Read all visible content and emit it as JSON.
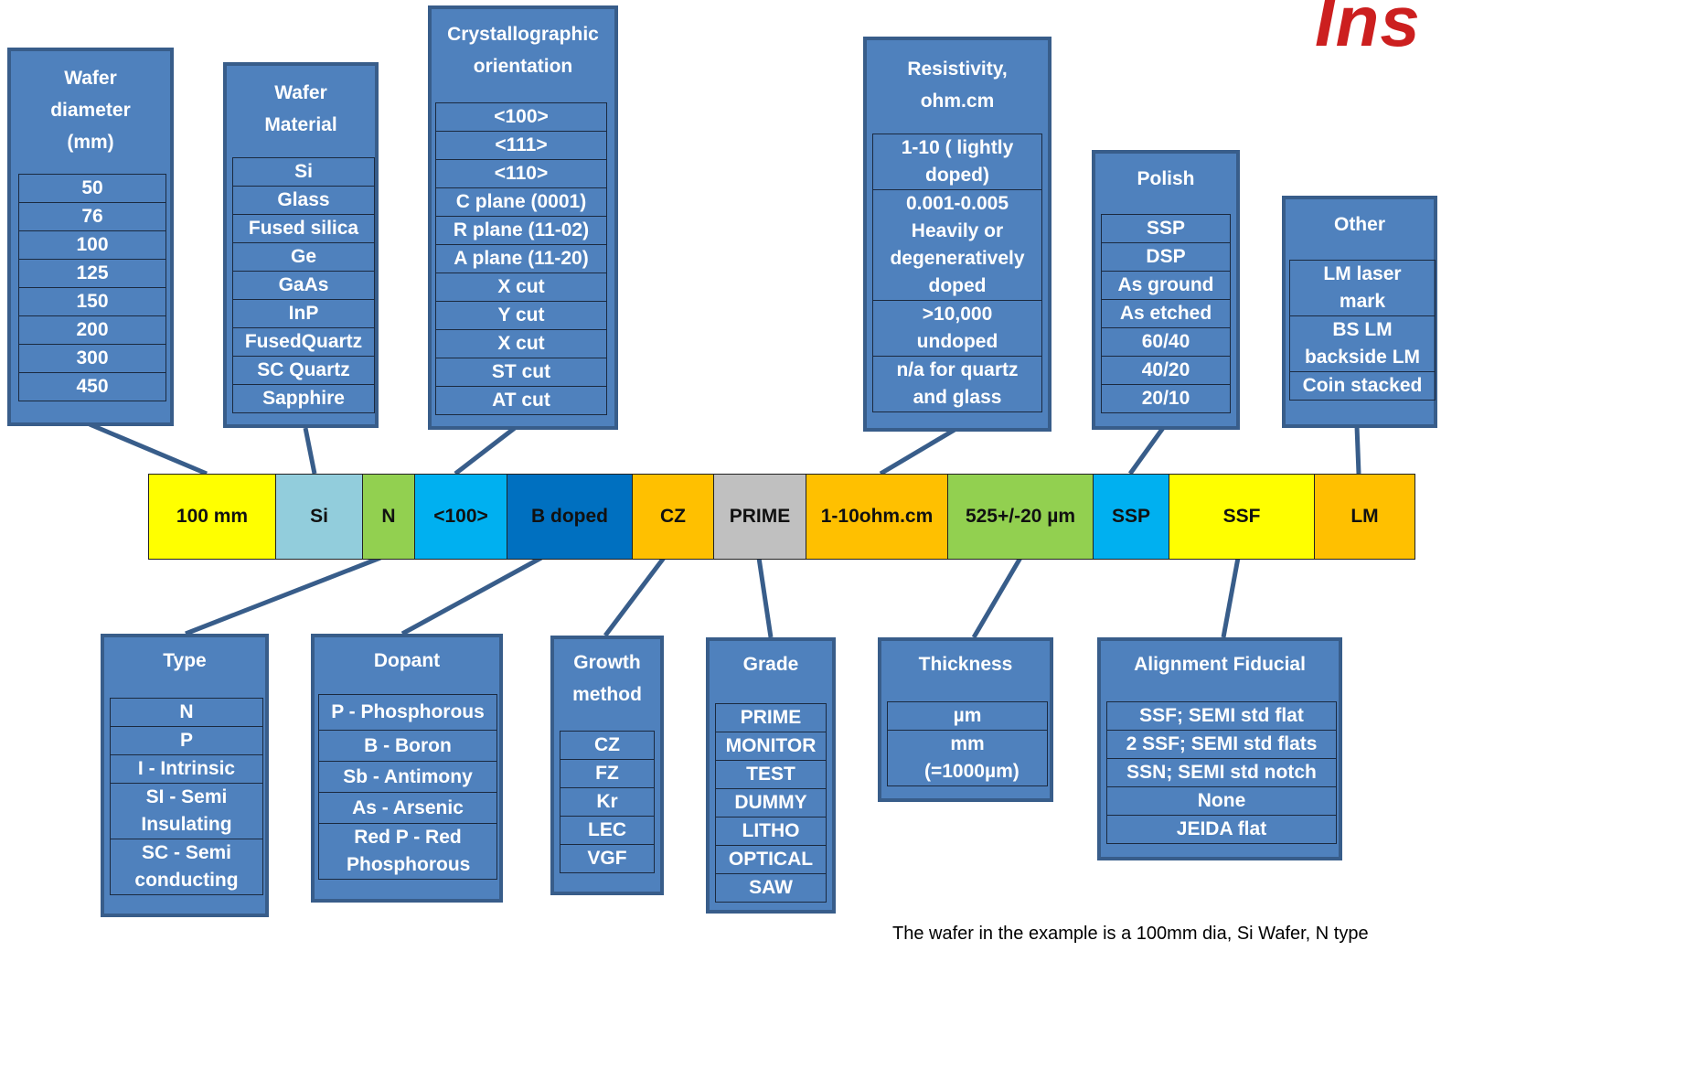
{
  "logo_text": "Ins",
  "caption": "The wafer in the example is a 100mm dia, Si Wafer, N type",
  "bar": [
    {
      "label": "100 mm",
      "color": "#ffff00"
    },
    {
      "label": "Si",
      "color": "#92cddc"
    },
    {
      "label": "N",
      "color": "#92d050"
    },
    {
      "label": "<100>",
      "color": "#00b0f0"
    },
    {
      "label": "B doped",
      "color": "#0070c0"
    },
    {
      "label": "CZ",
      "color": "#ffc000"
    },
    {
      "label": "PRIME",
      "color": "#c0c0c0"
    },
    {
      "label": "1-10ohm.cm",
      "color": "#ffc000"
    },
    {
      "label": "525+/-20 µm",
      "color": "#92d050"
    },
    {
      "label": "SSP",
      "color": "#00b0f0"
    },
    {
      "label": "SSF",
      "color": "#ffff00"
    },
    {
      "label": "LM",
      "color": "#ffc000"
    }
  ],
  "boxes": {
    "diameter": {
      "title": "Wafer diameter (mm)",
      "items": [
        "50",
        "76",
        "100",
        "125",
        "150",
        "200",
        "300",
        "450"
      ]
    },
    "material": {
      "title": "Wafer Material",
      "items": [
        "Si",
        "Glass",
        "Fused silica",
        "Ge",
        "GaAs",
        "InP",
        "FusedQuartz",
        "SC  Quartz",
        "Sapphire"
      ]
    },
    "orientation": {
      "title": "Crystallographic orientation",
      "items": [
        "<100>",
        "<111>",
        "<110>",
        "C plane (0001)",
        "R plane (11-02)",
        "A plane (11-20)",
        "X cut",
        "Y cut",
        "X cut",
        "ST cut",
        "AT cut"
      ]
    },
    "resistivity": {
      "title": "Resistivity, ohm.cm",
      "items": [
        "1-10 ( lightly doped)",
        "0.001-0.005 Heavily or degeneratively doped",
        ">10,000 undoped",
        "n/a for quartz and glass"
      ]
    },
    "polish": {
      "title": "Polish",
      "items": [
        "SSP",
        "DSP",
        "As ground",
        "As etched",
        "60/40",
        "40/20",
        "20/10"
      ]
    },
    "other": {
      "title": "Other",
      "items": [
        "LM laser mark",
        "BS LM backside LM",
        "Coin stacked"
      ]
    },
    "type": {
      "title": "Type",
      "items": [
        "N",
        "P",
        "I - Intrinsic",
        "SI - Semi Insulating",
        "SC  - Semi conducting"
      ]
    },
    "dopant": {
      "title": "Dopant",
      "items": [
        "P - Phosphorous",
        "B - Boron",
        "Sb - Antimony",
        "As - Arsenic",
        "Red P - Red Phosphorous"
      ]
    },
    "growth": {
      "title": "Growth method",
      "items": [
        "CZ",
        "FZ",
        "Kr",
        "LEC",
        "VGF"
      ]
    },
    "grade": {
      "title": "Grade",
      "items": [
        "PRIME",
        "MONITOR",
        "TEST",
        "DUMMY",
        "LITHO",
        "OPTICAL",
        "SAW"
      ]
    },
    "thickness": {
      "title": "Thickness",
      "items": [
        "µm",
        "mm (=1000µm)"
      ]
    },
    "alignment": {
      "title": "Alignment Fiducial",
      "items": [
        "SSF; SEMI std flat",
        "2 SSF; SEMI std flats",
        "SSN; SEMI std notch",
        "None",
        "JEIDA flat"
      ]
    }
  }
}
